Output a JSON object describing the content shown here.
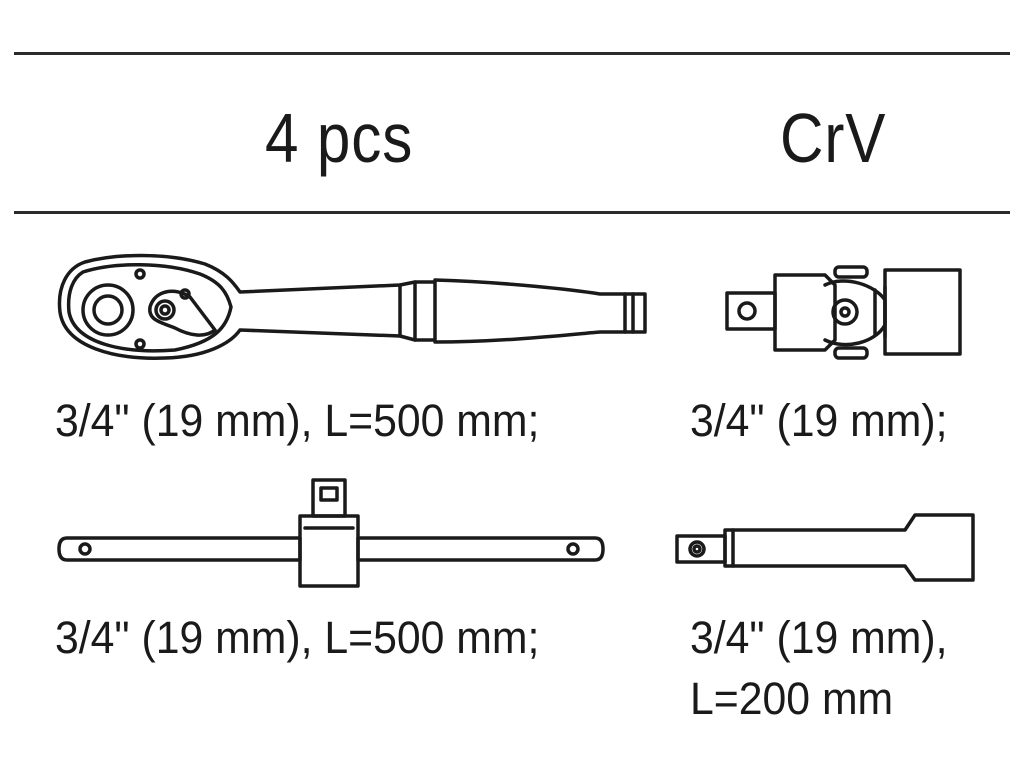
{
  "header": {
    "quantity": "4 pcs",
    "material": "CrV"
  },
  "items": [
    {
      "caption": "3/4\" (19 mm), L=500 mm;",
      "icon": "ratchet-handle-icon"
    },
    {
      "caption": "3/4\" (19 mm);",
      "icon": "universal-joint-icon"
    },
    {
      "caption": "3/4\" (19 mm), L=500 mm;",
      "icon": "t-bar-handle-icon"
    },
    {
      "caption_line1": "3/4\" (19 mm),",
      "caption_line2": "L=200 mm",
      "icon": "extension-bar-icon"
    }
  ],
  "colors": {
    "line": "#1a1a1a",
    "background": "#ffffff"
  }
}
